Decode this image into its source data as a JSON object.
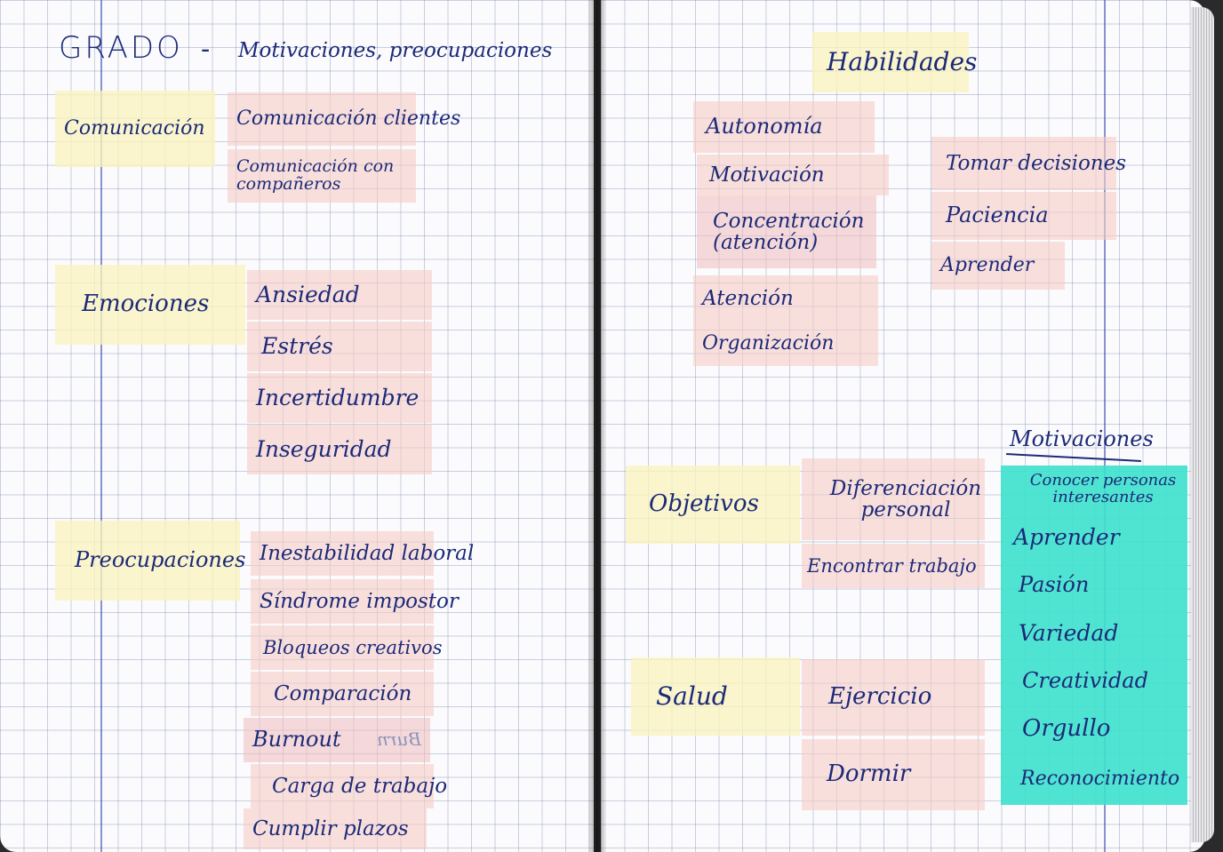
{
  "left": {
    "title": "GRADO",
    "dash": "-",
    "subtitle": "Motivaciones, preocupaciones",
    "comunicacion": {
      "label": "Comunicación",
      "items": [
        "Comunicación clientes",
        "Comunicación con compañeros"
      ]
    },
    "emociones": {
      "label": "Emociones",
      "items": [
        "Ansiedad",
        "Estrés",
        "Incertidumbre",
        "Inseguridad"
      ]
    },
    "preocupaciones": {
      "label": "Preocupaciones",
      "items": [
        "Inestabilidad laboral",
        "Síndrome impostor",
        "Bloqueos creativos",
        "Comparación",
        "Burnout",
        "Carga de trabajo",
        "Cumplir plazos"
      ],
      "burnout_ghost": "Burn"
    }
  },
  "right": {
    "habilidades": {
      "label": "Habilidades",
      "col1": [
        "Autonomía",
        "Motivación",
        "Concentración (atención)",
        "Atención",
        "Organización"
      ],
      "col2": [
        "Tomar decisiones",
        "Paciencia",
        "Aprender"
      ]
    },
    "objetivos": {
      "label": "Objetivos",
      "items": [
        "Diferenciación personal",
        "Encontrar trabajo"
      ]
    },
    "salud": {
      "label": "Salud",
      "items": [
        "Ejercicio",
        "Dormir"
      ]
    },
    "motivaciones": {
      "label": "Motivaciones",
      "items": [
        "Conocer personas interesantes",
        "Aprender",
        "Pasión",
        "Variedad",
        "Creatividad",
        "Orgullo",
        "Reconocimiento"
      ]
    }
  },
  "colors": {
    "ink": "#1c2a78",
    "yellow_note": "#faf4be",
    "pink_note": "#f5cdc8",
    "teal_note": "#3ce1cd",
    "margin_line": "#283caa"
  }
}
